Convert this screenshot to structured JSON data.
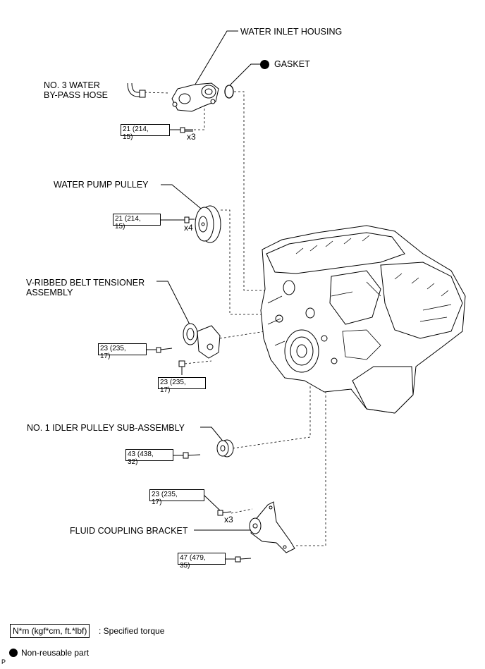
{
  "labels": {
    "water_inlet_housing": "WATER INLET HOUSING",
    "gasket": "GASKET",
    "water_bypass_hose_line1": "NO. 3 WATER",
    "water_bypass_hose_line2": "BY-PASS HOSE",
    "water_pump_pulley": "WATER PUMP PULLEY",
    "belt_tensioner_line1": "V-RIBBED BELT TENSIONER",
    "belt_tensioner_line2": "ASSEMBLY",
    "idler_pulley": "NO. 1 IDLER PULLEY SUB-ASSEMBLY",
    "fluid_coupling_bracket": "FLUID COUPLING BRACKET"
  },
  "torques": {
    "inlet_housing": {
      "line1": "21 (214,",
      "line2": "15)",
      "qty": "x3"
    },
    "pump_pulley": {
      "line1": "21 (214,",
      "line2": "15)",
      "qty": "x4"
    },
    "tensioner_a": {
      "line1": "23 (235,",
      "line2": "17)"
    },
    "tensioner_b": {
      "line1": "23 (235,",
      "line2": "17)"
    },
    "idler": {
      "line1": "43 (438,",
      "line2": "32)"
    },
    "bracket_a": {
      "line1": "23 (235,",
      "line2": "17)",
      "qty": "x3"
    },
    "bracket_b": {
      "line1": "47 (479,",
      "line2": "35)"
    }
  },
  "legend": {
    "torque_unit": "N*m (kgf*cm, ft.*lbf)",
    "torque_desc": ": Specified torque",
    "non_reusable": "Non-reusable part"
  },
  "corner_mark": "P"
}
